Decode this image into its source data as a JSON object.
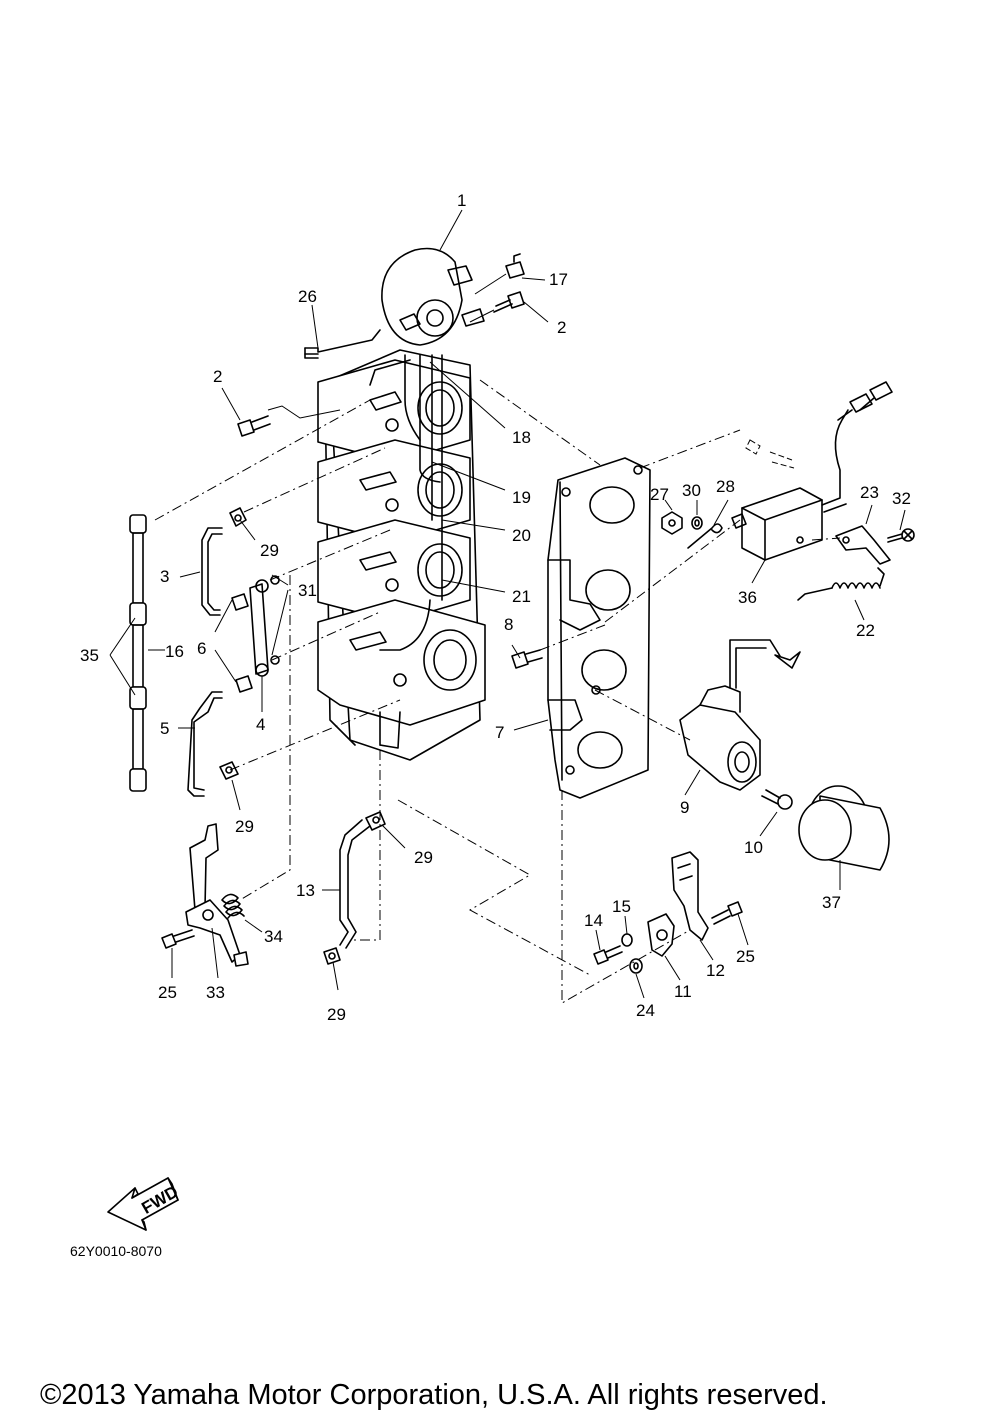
{
  "diagram": {
    "drawing_code": "62Y0010-8070",
    "fwd_label": "FWD",
    "copyright": "©2013 Yamaha Motor Corporation, U.S.A. All rights reserved.",
    "callouts": {
      "c1": "1",
      "c2a": "2",
      "c2b": "2",
      "c3": "3",
      "c4": "4",
      "c5": "5",
      "c6": "6",
      "c7": "7",
      "c8": "8",
      "c9": "9",
      "c10": "10",
      "c11": "11",
      "c12": "12",
      "c13": "13",
      "c14": "14",
      "c15": "15",
      "c16": "16",
      "c17": "17",
      "c18": "18",
      "c19": "19",
      "c20": "20",
      "c21": "21",
      "c22": "22",
      "c23": "23",
      "c24": "24",
      "c25a": "25",
      "c25b": "25",
      "c26": "26",
      "c27": "27",
      "c28": "28",
      "c29a": "29",
      "c29b": "29",
      "c29c": "29",
      "c29d": "29",
      "c30": "30",
      "c31": "31",
      "c32": "32",
      "c33": "33",
      "c34": "34",
      "c35": "35",
      "c36": "36",
      "c37": "37"
    }
  }
}
